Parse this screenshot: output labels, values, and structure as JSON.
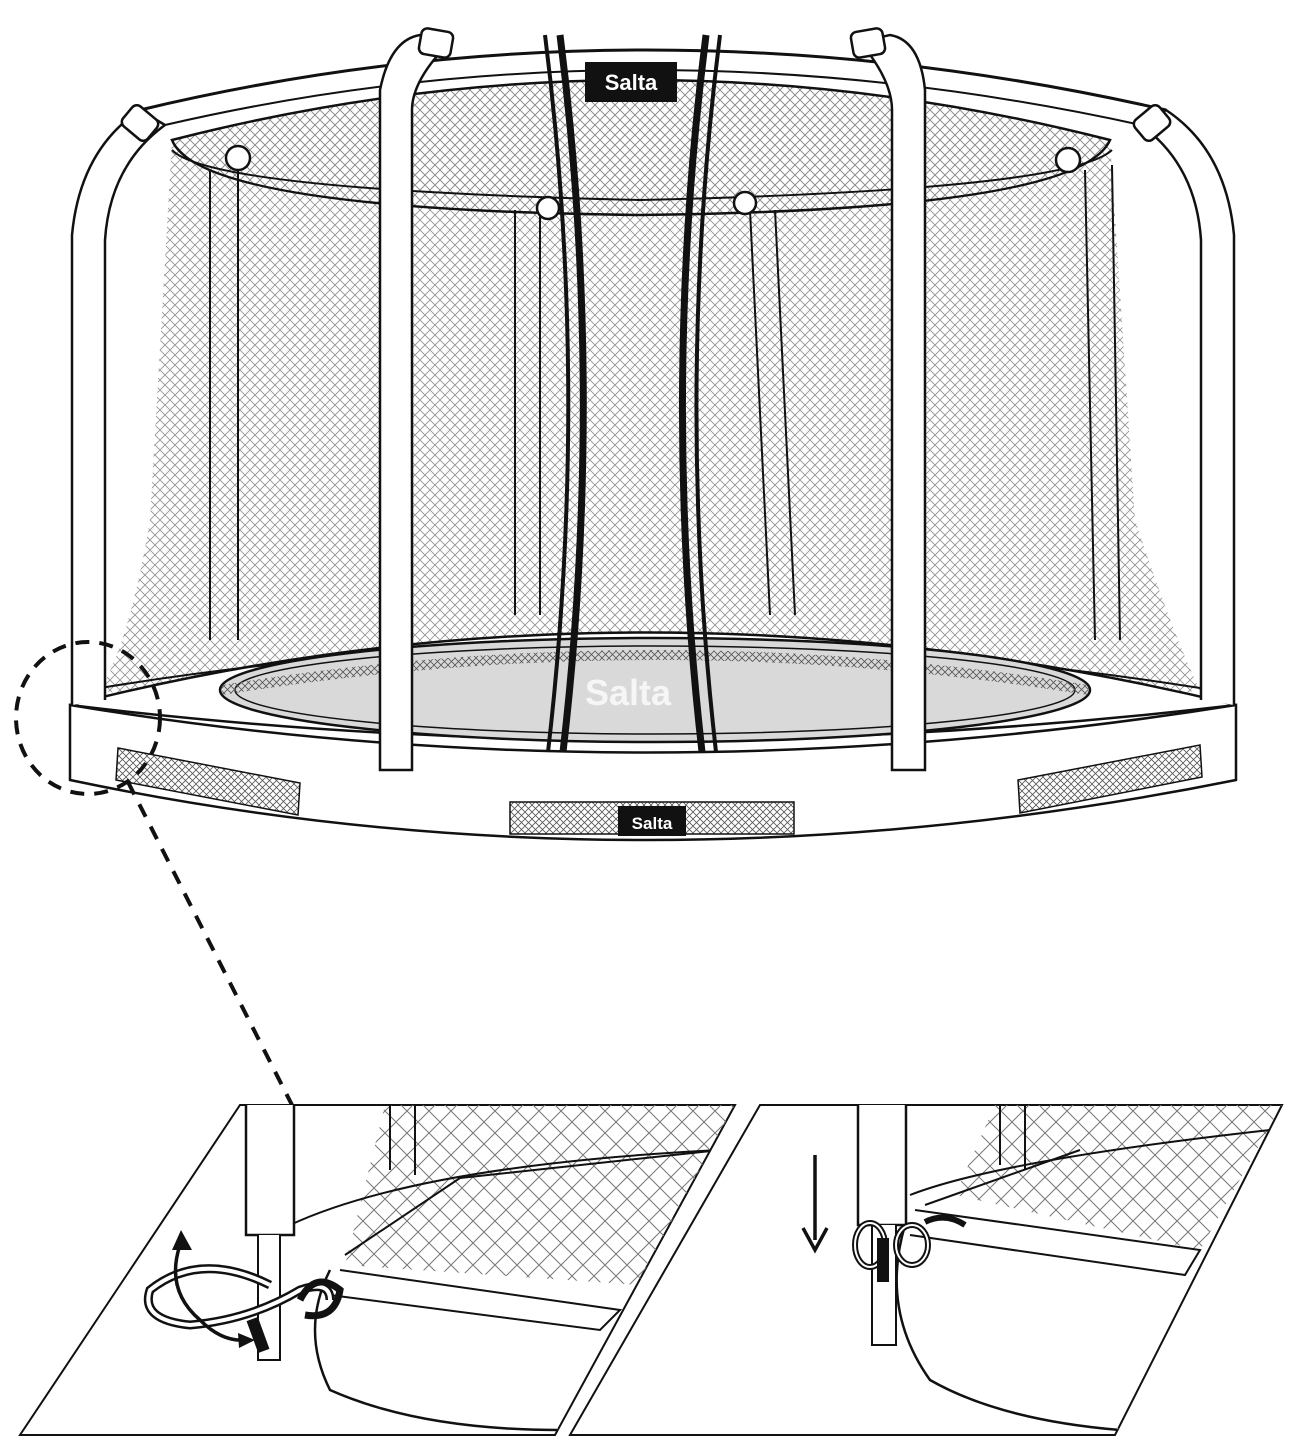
{
  "brand": {
    "top_logo": "Salta",
    "frame_logo": "Salta",
    "mat_logo": "Salta"
  },
  "colors": {
    "stroke": "#111111",
    "mat": "#d9d9d9",
    "net": "#9a9a9a",
    "logo_bg": "#111111"
  },
  "panels": [
    {
      "id": "step-1",
      "arrow": "rotate-around-pole",
      "content": "loop-wrapped-around-pole"
    },
    {
      "id": "step-2",
      "arrow": "pull-down",
      "content": "loop-tightened-on-pole"
    }
  ]
}
